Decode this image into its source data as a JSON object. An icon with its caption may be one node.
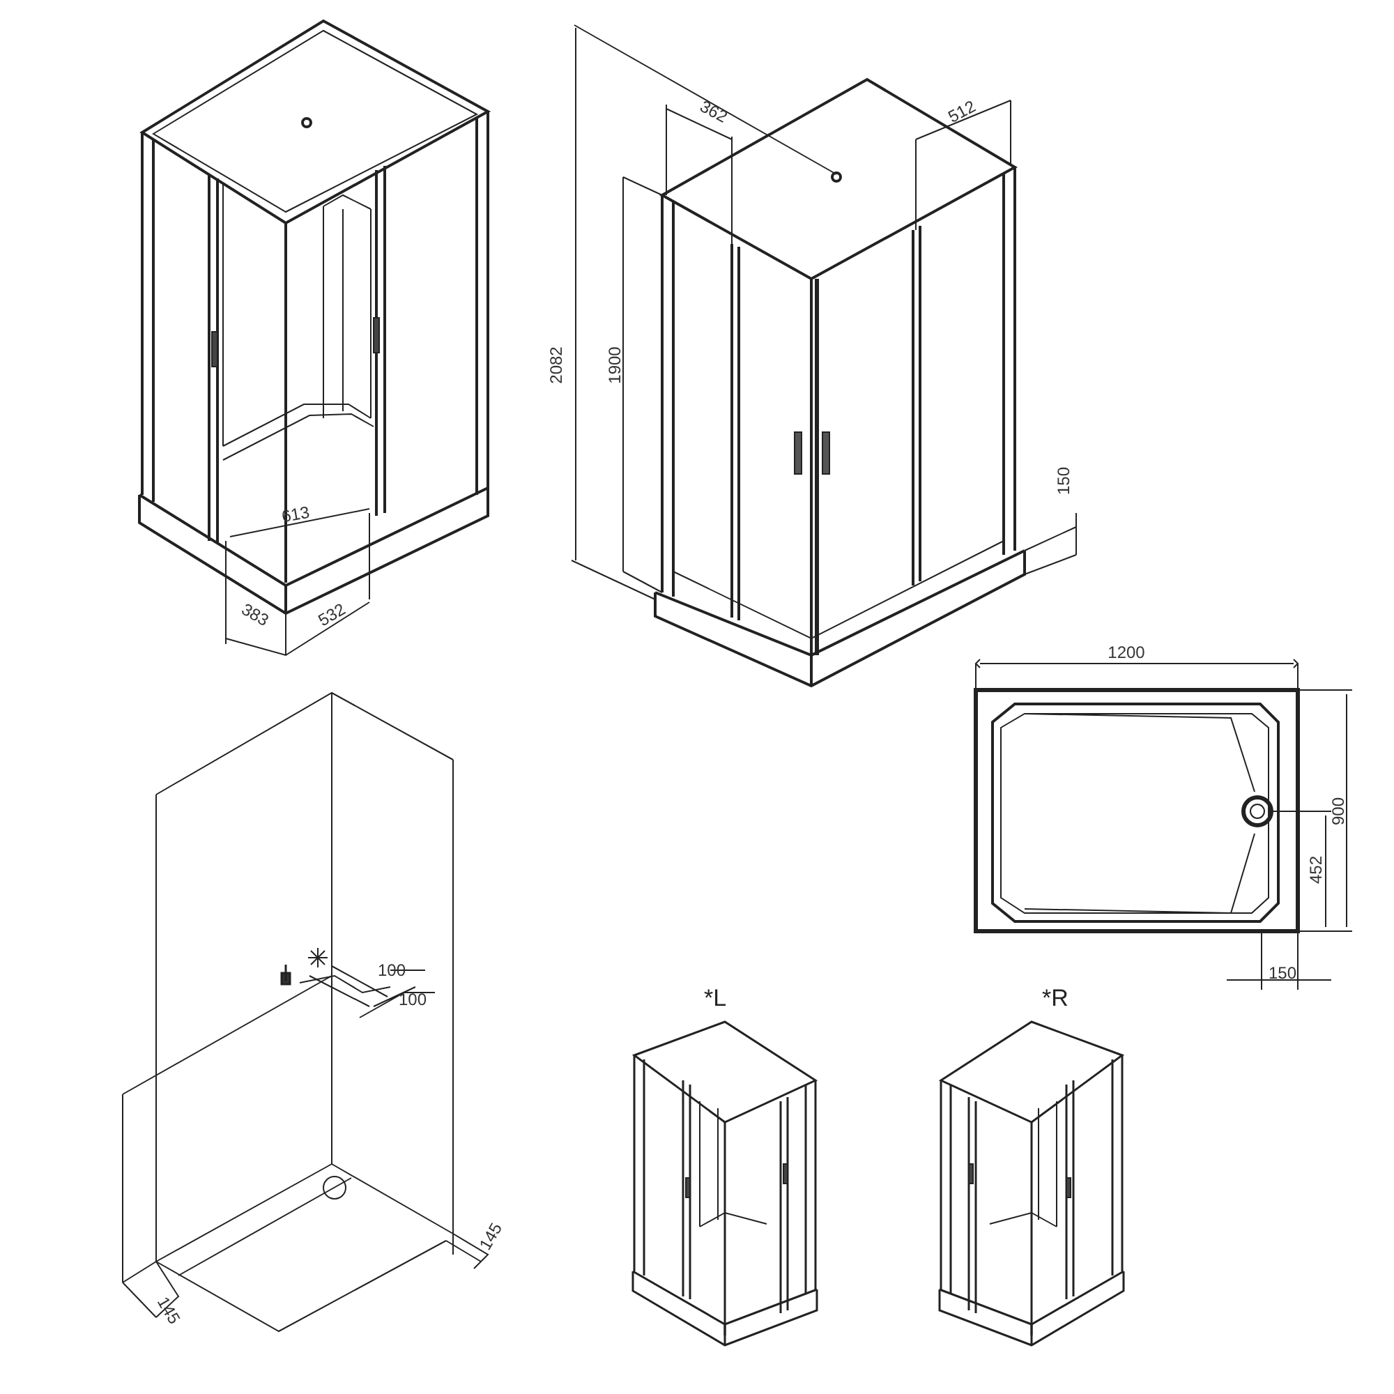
{
  "diagram": {
    "labels": [
      "362",
      "512",
      "2082",
      "1900",
      "150",
      "613",
      "383",
      "532",
      "1200",
      "900",
      "452",
      "100",
      "150",
      "100",
      "*L",
      "*R",
      "145",
      "145"
    ]
  }
}
